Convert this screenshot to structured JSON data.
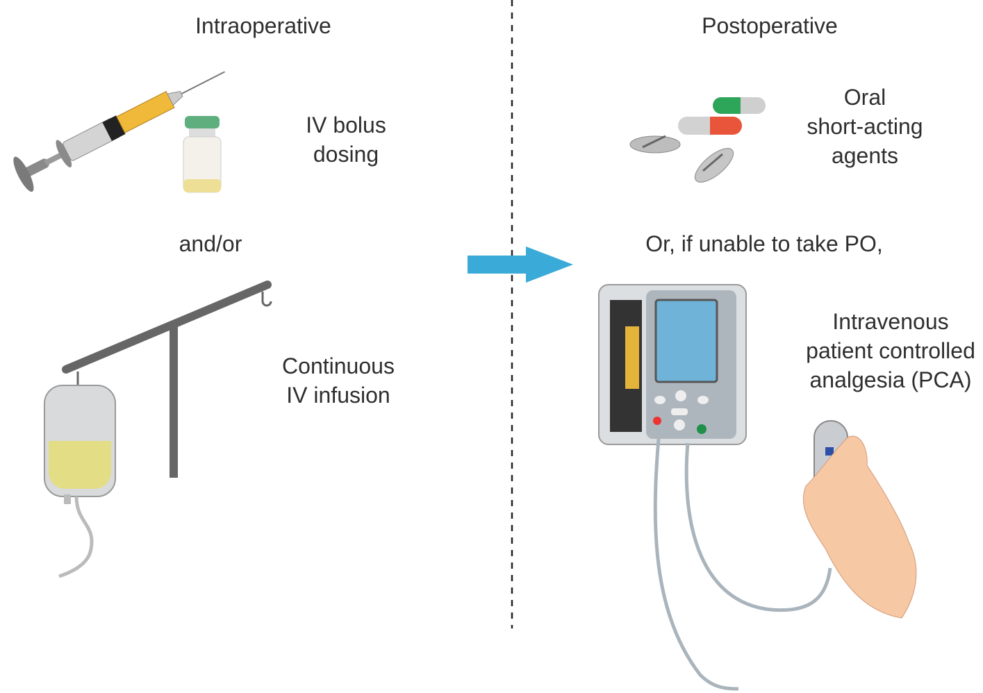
{
  "sections": {
    "left_title": "Intraoperative",
    "right_title": "Postoperative"
  },
  "left": {
    "bolus": [
      "IV bolus",
      "dosing"
    ],
    "connector": "and/or",
    "infusion": [
      "Continuous",
      "IV infusion"
    ]
  },
  "right": {
    "oral": [
      "Oral",
      "short-acting",
      "agents"
    ],
    "connector": "Or, if unable to take PO,",
    "pca": [
      "Intravenous",
      "patient controlled",
      "analgesia (PCA)"
    ]
  },
  "colors": {
    "arrow": "#3aaad8",
    "divider": "#222222",
    "text": "#2e2e2e"
  }
}
